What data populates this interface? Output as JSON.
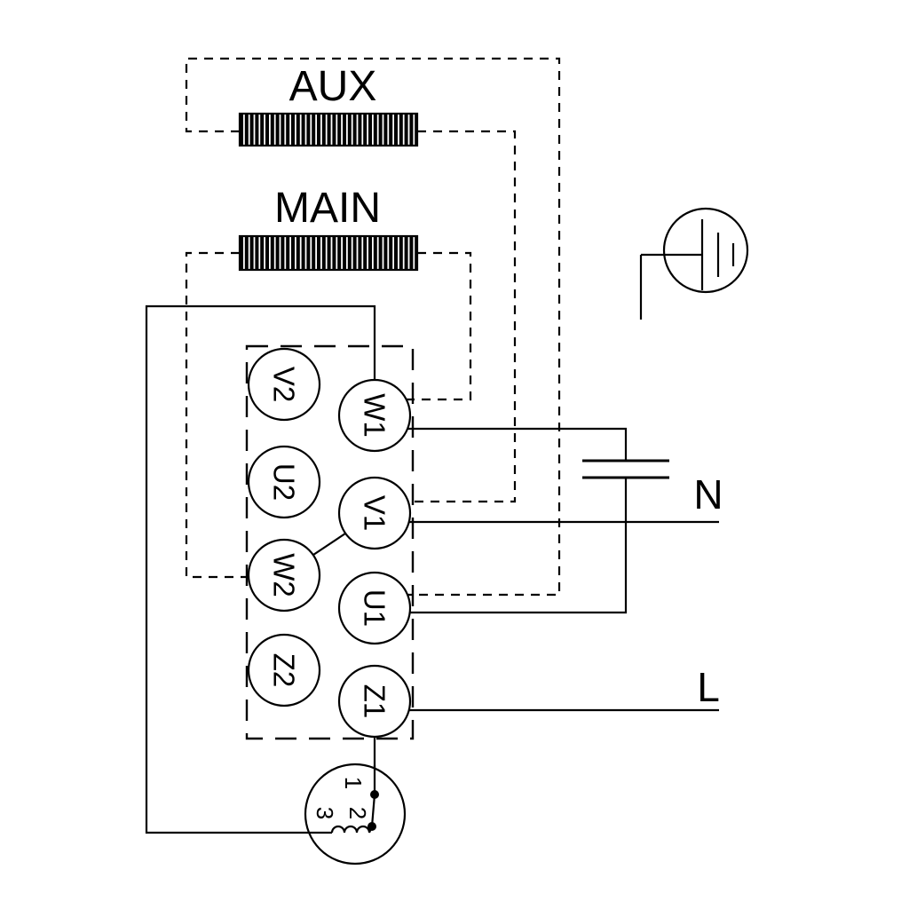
{
  "diagram": {
    "windings": {
      "aux_label": "AUX",
      "main_label": "MAIN"
    },
    "terminals": {
      "left": [
        "V2",
        "U2",
        "W2",
        "Z2"
      ],
      "right": [
        "W1",
        "V1",
        "U1",
        "Z1"
      ]
    },
    "supply": {
      "neutral_label": "N",
      "line_label": "L"
    },
    "protector": {
      "pins": [
        "1",
        "2",
        "3"
      ]
    },
    "colors": {
      "stroke": "#000000",
      "background": "#ffffff"
    }
  }
}
